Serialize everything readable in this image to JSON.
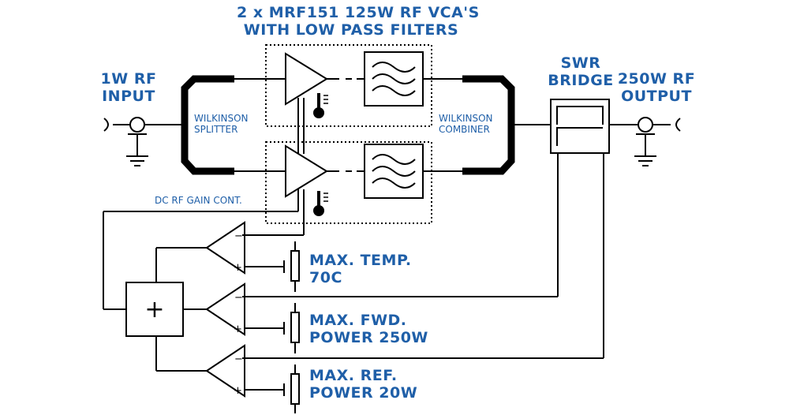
{
  "header": {
    "line1": "2 x MRF151 125W RF VCA'S",
    "line2": "WITH LOW PASS FILTERS"
  },
  "input": {
    "line1": "1W RF",
    "line2": "INPUT"
  },
  "output": {
    "line1": "250W RF",
    "line2": "OUTPUT"
  },
  "swr": {
    "line1": "SWR",
    "line2": "BRIDGE"
  },
  "splitter": {
    "line1": "WILKINSON",
    "line2": "SPLITTER"
  },
  "combiner": {
    "line1": "WILKINSON",
    "line2": "COMBINER"
  },
  "gain_control": {
    "label": "DC RF GAIN CONT."
  },
  "limits": [
    {
      "line1": "MAX. TEMP.",
      "line2": "70C"
    },
    {
      "line1": "MAX. FWD.",
      "line2": "POWER 250W"
    },
    {
      "line1": "MAX. REF.",
      "line2": "POWER 20W"
    }
  ],
  "symbols": {
    "summer": "+",
    "minus": "−",
    "plus": "+"
  },
  "colors": {
    "text": "#1f5fa8",
    "line": "#000000"
  }
}
